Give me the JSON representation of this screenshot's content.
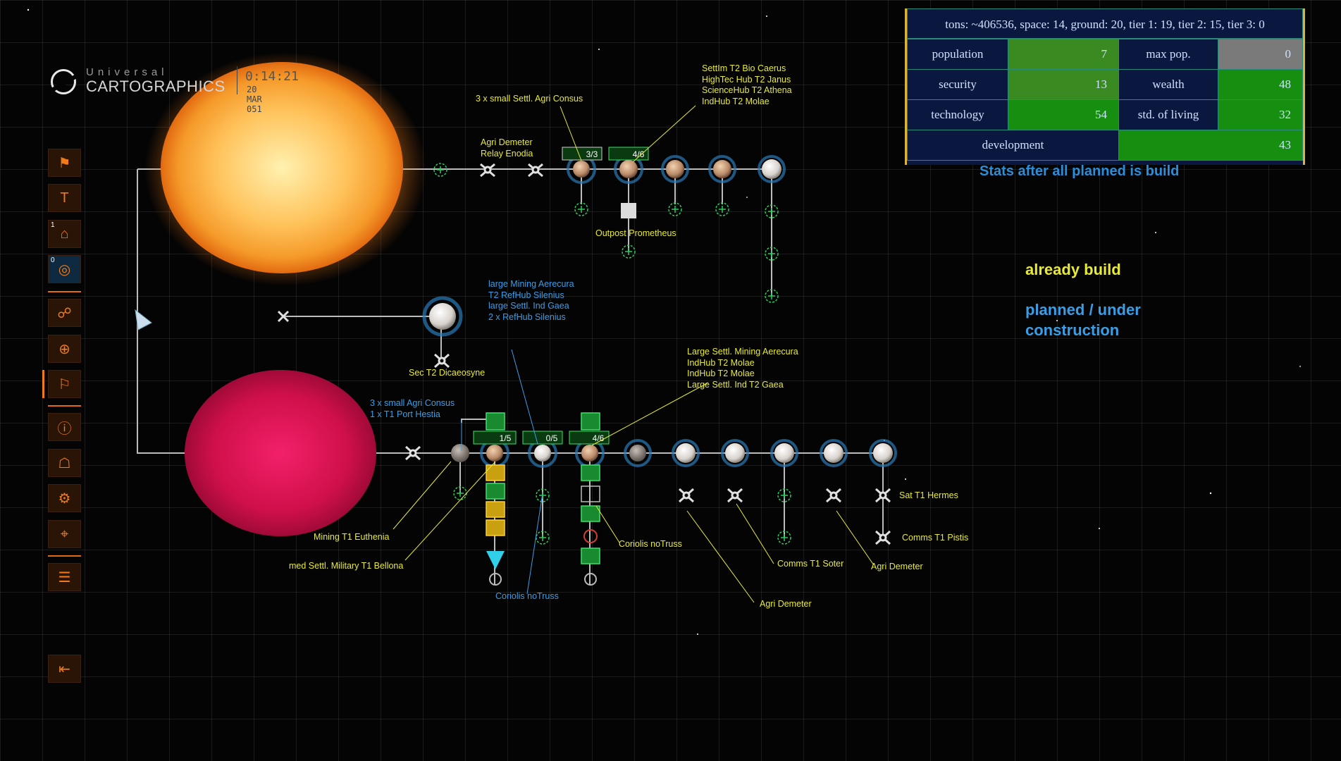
{
  "app": {
    "logo_line1": "Universal",
    "logo_line2": "CARTOGRAPHICS",
    "clock": "0:14:21",
    "date": "20 MAR 051"
  },
  "sidebar": {
    "items": [
      {
        "name": "bookmark-icon",
        "glyph": "⚑"
      },
      {
        "name": "construction-icon",
        "glyph": "T"
      },
      {
        "name": "dome-icon",
        "glyph": "⌂",
        "count": "1"
      },
      {
        "name": "globe-icon",
        "glyph": "◎",
        "count": "0"
      },
      {
        "name": "route-icon",
        "glyph": "☍"
      },
      {
        "name": "planet-grid-icon",
        "glyph": "⊕"
      },
      {
        "name": "flag-planet-icon",
        "glyph": "⚐"
      },
      {
        "name": "info-icon",
        "glyph": "ⓘ"
      },
      {
        "name": "government-icon",
        "glyph": "☖"
      },
      {
        "name": "settings-gear-icon",
        "glyph": "⚙"
      },
      {
        "name": "location-pin-icon",
        "glyph": "⌖"
      },
      {
        "name": "list-icon",
        "glyph": "☰"
      },
      {
        "name": "exit-icon",
        "glyph": "⇤"
      }
    ]
  },
  "stats": {
    "header": "tons: ~406536, space: 14, ground: 20, tier 1: 19, tier 2: 15, tier 3: 0",
    "rows": [
      {
        "l1": "population",
        "v1": "7",
        "l2": "max pop.",
        "v2": "0"
      },
      {
        "l1": "security",
        "v1": "13",
        "l2": "wealth",
        "v2": "48"
      },
      {
        "l1": "technology",
        "v1": "54",
        "l2": "std. of living",
        "v2": "32"
      }
    ],
    "dev_label": "development",
    "dev_value": "43",
    "note": "Stats after all planned is build"
  },
  "legend": {
    "built": "already build",
    "planned_1": "planned / under",
    "planned_2": "construction"
  },
  "labels": {
    "agri_demeter_relay_1": "Agri Demeter",
    "agri_demeter_relay_2": "Relay Enodia",
    "small_settl_agri": "3 x small Settl. Agri Consus",
    "hub_1": "SettIm T2 Bio Caerus",
    "hub_2": "HighTec Hub T2 Janus",
    "hub_3": "ScienceHub T2 Athena",
    "hub_4": "IndHub T2 Molae",
    "outpost": "Outpost Prometheus",
    "planned_mining_1": "large Mining Aerecura",
    "planned_mining_2": "T2 RefHub Silenius",
    "planned_mining_3": "large Settl. Ind Gaea",
    "planned_mining_4": "2 x RefHub Silenius",
    "sec": "Sec T2 Dicaeosyne",
    "large_settl_1": "Large Settl. Mining Aerecura",
    "large_settl_2": "IndHub T2 Molae",
    "large_settl_3": "IndHub T2 Molae",
    "large_settl_4": "Large Settl. Ind T2 Gaea",
    "planned_agri_1": "3 x small Agri Consus",
    "planned_agri_2": "1 x T1 Port Hestia",
    "mining_euthenia": "Mining T1 Euthenia",
    "med_settl": "med Settl. Military T1 Bellona",
    "coriolis_planned": "Coriolis noTruss",
    "coriolis_built": "Coriolis noTruss",
    "agri_demeter_a": "Agri Demeter",
    "comms_soter": "Comms T1 Soter",
    "agri_demeter_b": "Agri Demeter",
    "sat_hermes": "Sat T1 Hermes",
    "comms_pistis": "Comms T1 Pistis"
  },
  "badges": {
    "b1": "3/3",
    "b2": "4/6",
    "b3": "1/5",
    "b4": "0/5",
    "b5": "4/6"
  },
  "colors": {
    "built_label": "#e8ea36",
    "planned_label": "#3a9ee6",
    "accent_orange": "#f07a18",
    "panel_bg": "#0a1840",
    "stat_green": "#168f10"
  }
}
